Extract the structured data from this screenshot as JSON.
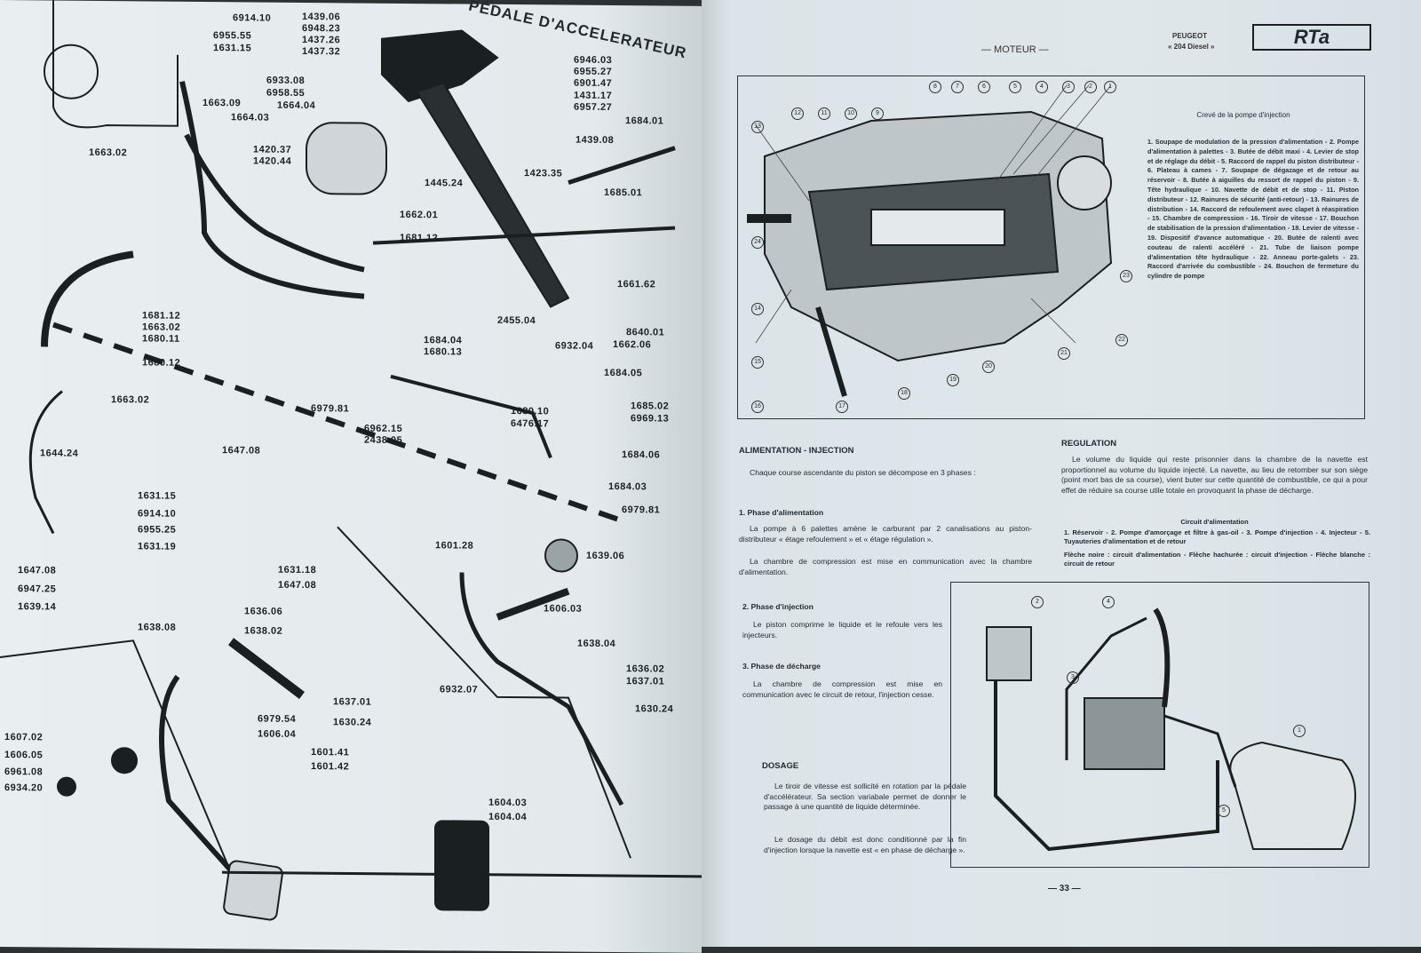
{
  "left_page": {
    "title": "PÉDALE D'ACCELERATEUR",
    "part_labels": [
      "6914.10",
      "6955.55",
      "1631.15",
      "1439.06",
      "6948.23",
      "1437.26",
      "1437.32",
      "6933.08",
      "6958.55",
      "1663.09",
      "1664.04",
      "1664.03",
      "1420.37",
      "1420.44",
      "1663.02",
      "1445.24",
      "1423.35",
      "6946.03",
      "6955.27",
      "6901.47",
      "1431.17",
      "6957.27",
      "1439.08",
      "1684.01",
      "1685.01",
      "1662.01",
      "1681.12",
      "1661.62",
      "8640.01",
      "1662.06",
      "2455.04",
      "1681.12",
      "1663.02",
      "1680.11",
      "1684.04",
      "1680.13",
      "6932.04",
      "1684.05",
      "1680.12",
      "1663.02",
      "6979.81",
      "1680.10",
      "6476.17",
      "6962.15",
      "2438.05",
      "1685.02",
      "6969.13",
      "1684.06",
      "1644.24",
      "1647.08",
      "1684.03",
      "6979.81",
      "1631.15",
      "6914.10",
      "6955.25",
      "1631.19",
      "1601.28",
      "1639.06",
      "1631.18",
      "1647.08",
      "1647.08",
      "6947.25",
      "1639.14",
      "1606.03",
      "1636.06",
      "1638.08",
      "1638.02",
      "1638.04",
      "1636.02",
      "1637.01",
      "6932.07",
      "1637.01",
      "6979.54",
      "1630.24",
      "1630.24",
      "1606.04",
      "1607.02",
      "1606.05",
      "6961.08",
      "6934.20",
      "1601.41",
      "1601.42",
      "1604.03",
      "1604.04"
    ]
  },
  "right_page": {
    "section": "— MOTEUR —",
    "brand": "PEUGEOT",
    "model": "« 204 Diesel »",
    "logo": "RTa",
    "page_number": "— 33 —",
    "figure1": {
      "caption": "Crevé de la pompe d'injection",
      "legend": "1. Soupape de modulation de la pression d'alimentation - 2. Pompe d'alimentation à palettes - 3. Butée de débit maxi - 4. Levier de stop et de réglage du débit - 5. Raccord de rappel du piston distributeur - 6. Plateau à cames - 7. Soupape de dégazage et de retour au réservoir - 8. Butée à aiguilles du ressort de rappel du piston - 9. Tête hydraulique - 10. Navette de débit et de stop - 11. Piston distributeur - 12. Rainures de sécurité (anti-retour) - 13. Rainures de distribution - 14. Raccord de refoulement avec clapet à réaspiration - 15. Chambre de compression - 16. Tiroir de vitesse - 17. Bouchon de stabilisation de la pression d'alimentation - 18. Levier de vitesse - 19. Dispositif d'avance automatique - 20. Butée de ralenti avec couteau de ralenti accéléré - 21. Tube de liaison pompe d'alimentation tête hydraulique - 22. Anneau porte-galets - 23. Raccord d'arrivée du combustible - 24. Bouchon de fermeture du cylindre de pompe",
      "callouts": [
        "1",
        "2",
        "3",
        "4",
        "5",
        "6",
        "7",
        "8",
        "9",
        "10",
        "11",
        "12",
        "13",
        "14",
        "15",
        "16",
        "17",
        "18",
        "19",
        "20",
        "21",
        "22",
        "23",
        "24"
      ]
    },
    "alimentation": {
      "heading": "ALIMENTATION - INJECTION",
      "intro": "Chaque course ascendante du piston se décompose en 3 phases :",
      "phase1_title": "1. Phase d'alimentation",
      "phase1_p1": "La pompe à 6 palettes amène le carburant par 2 canalisations au piston-distributeur « étage refoulement » et « étage régulation ».",
      "phase1_p2": "La chambre de compression est mise en communication avec la chambre d'alimentation.",
      "phase2_title": "2. Phase d'injection",
      "phase2_p1": "Le piston comprime le liquide et le refoule vers les injecteurs.",
      "phase3_title": "3. Phase de décharge",
      "phase3_p1": "La chambre de compression est mise en communication avec le circuit de retour, l'injection cesse."
    },
    "dosage": {
      "heading": "DOSAGE",
      "p1": "Le tiroir de vitesse est sollicité en rotation par la pédale d'accélérateur. Sa section variabale permet de donner le passage à une quantité de liquide déterminée.",
      "p2": "Le dosage du débit est donc conditionné par la fin d'injection lorsque la navette est « en phase de décharge »."
    },
    "regulation": {
      "heading": "REGULATION",
      "p1": "Le volume du liquide qui reste prisonnier dans la chambre de la navette est proportionnel au volume du liquide injecté. La navette, au lieu de retomber sur son siège (point mort bas de sa course), vient buter sur cette quantité de combustible, ce qui a pour effet de réduire sa course utile totale en provoquant la phase de décharge.",
      "circuit_title": "Circuit d'alimentation",
      "circuit_legend": "1. Réservoir - 2. Pompe d'amorçage et filtre à gas-oil - 3. Pompe d'injection - 4. Injecteur - 5. Tuyauteries d'alimentation et de retour",
      "arrows_legend": "Flèche noire : circuit d'alimentation - Flèche hachurée : circuit d'injection - Flèche blanche : circuit de retour"
    },
    "figure2": {
      "callouts": [
        "1",
        "2",
        "3",
        "4",
        "5"
      ]
    }
  }
}
